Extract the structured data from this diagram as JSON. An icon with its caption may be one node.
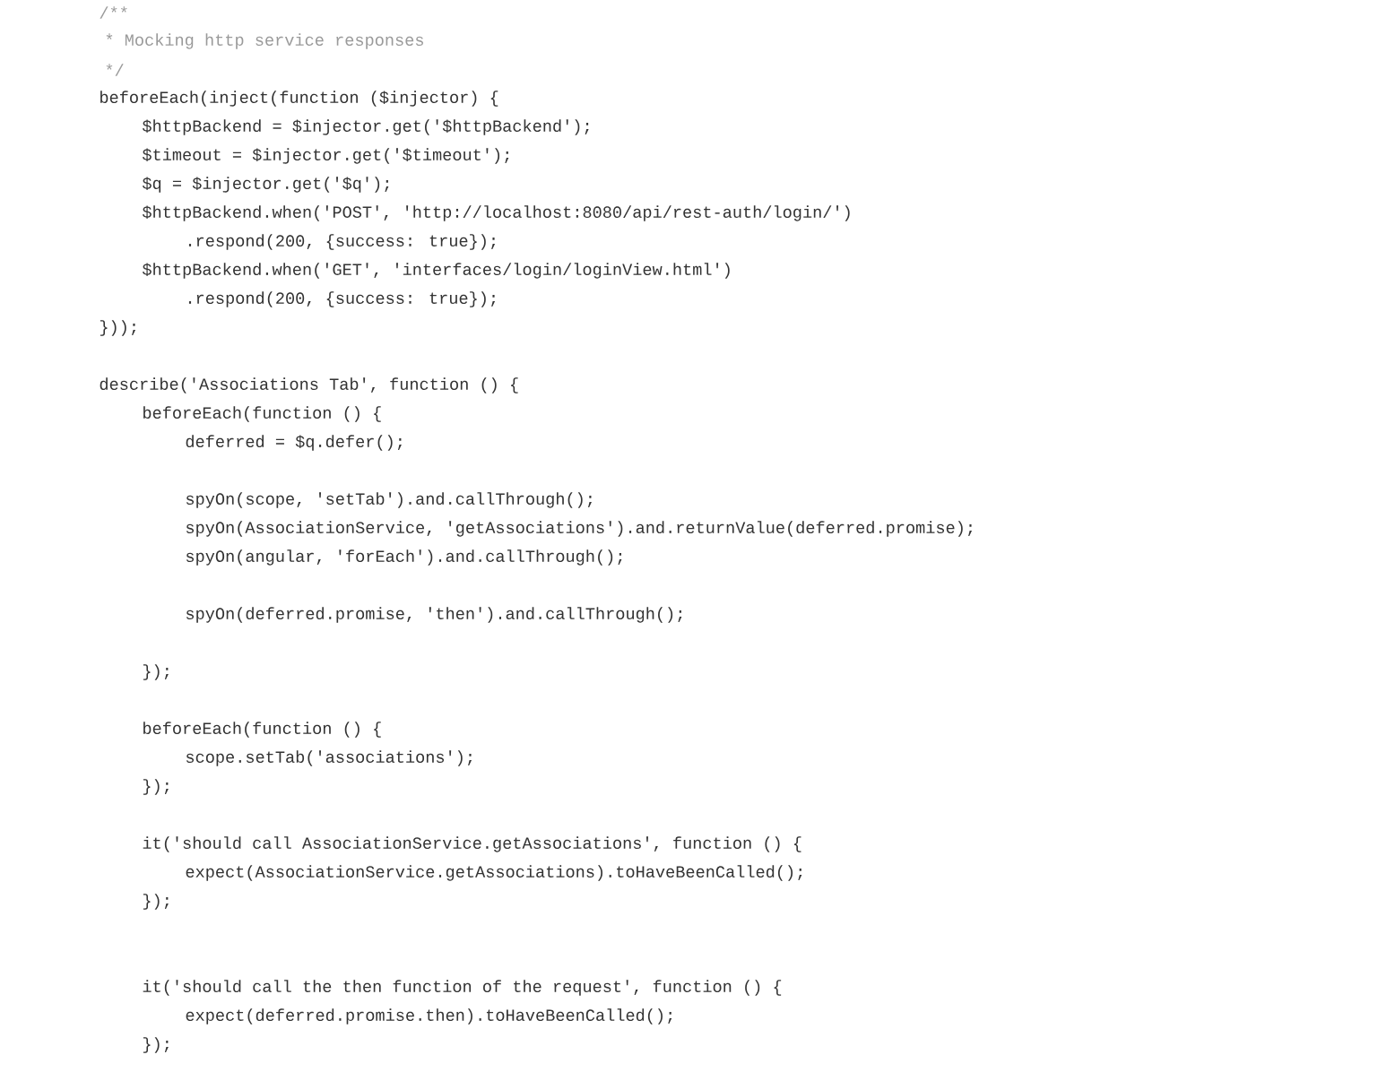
{
  "diagram": {
    "labels": [
      "/**",
      "* Mocking http service responses",
      "*/",
      "beforeEach(inject(function ($injector) {",
      "$httpBackend = $injector.get('$httpBackend');",
      "$timeout = $injector.get('$timeout');",
      "$q = $injector.get('$q');",
      "$httpBackend.when('POST', 'http://localhost:8080/api/rest-auth/login/')",
      ".respond(200, {success: true});",
      "$httpBackend.when('GET', 'interfaces/login/loginView.html')",
      ".respond(200, {success: true});",
      "}));",
      "describe('Associations Tab', function () {",
      "beforeEach(function () {",
      "deferred = $q.defer();",
      "spyOn(scope, 'setTab').and.callThrough();",
      "spyOn(AssociationService, 'getAssociations').and.returnValue(deferred.promise);",
      "spyOn(angular, 'forEach').and.callThrough();",
      "spyOn(deferred.promise, 'then').and.callThrough();",
      "});",
      "beforeEach(function () {",
      "scope.setTab('associations');",
      "});",
      "it('should call AssociationService.getAssociations', function () {",
      "expect(AssociationService.getAssociations).toHaveBeenCalled();",
      "});",
      "it('should call the then function of the request', function () {",
      "expect(deferred.promise.then).toHaveBeenCalled();",
      "});"
    ]
  }
}
